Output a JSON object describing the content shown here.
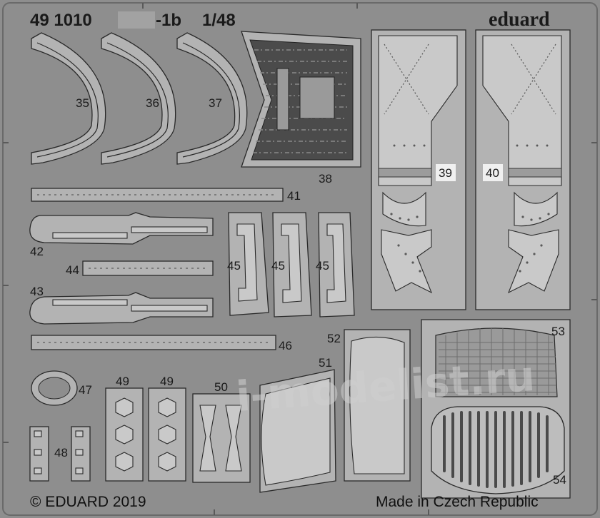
{
  "header": {
    "catalog_number": "49 1010",
    "model_suffix": "-1b",
    "scale": "1/48",
    "brand": "eduard"
  },
  "footer": {
    "copyright": "© EDUARD 2019",
    "origin": "Made in Czech Republic"
  },
  "watermark": {
    "text": "i-modelist.ru"
  },
  "part_numbers": {
    "p35": "35",
    "p36": "36",
    "p37": "37",
    "p38": "38",
    "p39": "39",
    "p40": "40",
    "p41": "41",
    "p42": "42",
    "p43": "43",
    "p44": "44",
    "p45a": "45",
    "p45b": "45",
    "p45c": "45",
    "p46": "46",
    "p47": "47",
    "p48": "48",
    "p49a": "49",
    "p49b": "49",
    "p50": "50",
    "p51": "51",
    "p52": "52",
    "p53": "53",
    "p54": "54"
  },
  "colors": {
    "fret_background": "#8e8e8e",
    "part_fill": "#b3b3b3",
    "outline": "#2a2a2a"
  }
}
